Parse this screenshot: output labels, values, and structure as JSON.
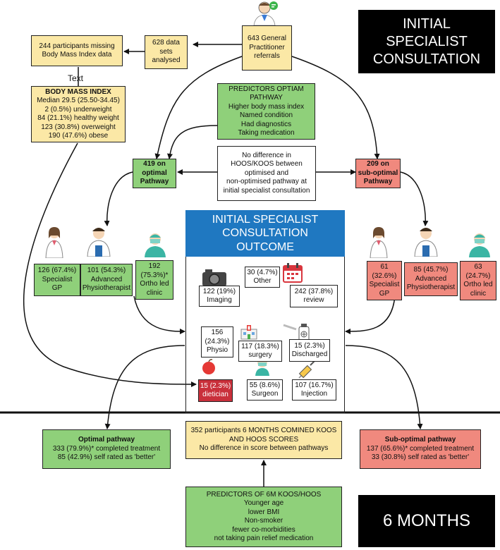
{
  "titles": {
    "initial": [
      "INITIAL",
      "SPECIALIST",
      "CONSULTATION"
    ],
    "six_months": "6 MONTHS"
  },
  "top": {
    "gp_referrals": [
      "643 General",
      "Practitioner",
      "referrals"
    ],
    "datasets": [
      "628 data",
      "sets",
      "analysed"
    ],
    "missing_bmi": [
      "244 participants missing",
      "Body Mass Index data"
    ],
    "text_label": "Text"
  },
  "bmi": {
    "title": "BODY MASS INDEX",
    "lines": [
      "Median 29.5 (25.50-34.45)",
      "2 (0.5%) underweight",
      "84 (21.1%) healthy weight",
      "123 (30.8%) overweight",
      "190 (47.6%) obese"
    ]
  },
  "predictors_optimal": {
    "title": [
      "PREDICTORS OPTIAM",
      "PATHWAY"
    ],
    "lines": [
      "Higher body mass index",
      "Named condition",
      "Had diagnostics",
      "Taking medication"
    ]
  },
  "optimal_pathway_box": [
    "419 on",
    "optimal",
    "Pathway"
  ],
  "suboptimal_pathway_box": [
    "209 on",
    "sub-optimal",
    "Pathway"
  ],
  "no_difference": [
    "No difference in",
    "HOOS/KOOS between",
    "optimised and",
    "non-optimised pathway at",
    "initial specialist consultation"
  ],
  "outcome_header": [
    "INITIAL SPECIALIST",
    "CONSULTATION",
    "OUTCOME"
  ],
  "outcomes": {
    "imaging": [
      "122 (19%)",
      "Imaging"
    ],
    "other": [
      "30 (4.7%)",
      "Other"
    ],
    "review": [
      "242 (37.8%)",
      "review"
    ],
    "physio": [
      "156",
      "(24.3%)",
      "Physio"
    ],
    "surgery": [
      "117 (18.3%)",
      "surgery"
    ],
    "discharged": [
      "15 (2.3%)",
      "Discharged"
    ],
    "dietician": [
      "15 (2.3%)",
      "dietician"
    ],
    "surgeon": [
      "55 (8.6%)",
      "Surgeon"
    ],
    "injection": [
      "107 (16.7%)",
      "Injection"
    ]
  },
  "optimal_roles": {
    "specialist_gp": [
      "126 (67.4%)",
      "Specialist",
      "GP"
    ],
    "physio": [
      "101 (54.3%)",
      "Advanced",
      "Physiotherapist"
    ],
    "ortho": [
      "192",
      "(75.3%)*",
      "Ortho led",
      "clinic"
    ]
  },
  "suboptimal_roles": {
    "specialist_gp": [
      "61",
      "(32.6%)",
      "Specialist",
      "GP"
    ],
    "physio": [
      "85 (45.7%)",
      "Advanced",
      "Physiotherapist"
    ],
    "ortho": [
      "63",
      "(24.7%)",
      "Ortho led",
      "clinic"
    ]
  },
  "six_month": {
    "optimal": {
      "title": "Optimal pathway",
      "lines": [
        "333 (79.9%)* completed treatment",
        "85 (42.9%) self rated as 'better'"
      ]
    },
    "combined": [
      "352 participants 6 MONTHS  COMINED KOOS",
      "AND HOOS SCORES",
      "No difference in score between pathways"
    ],
    "suboptimal": {
      "title": "Sub-optimal pathway",
      "lines": [
        "137 (65.6%)* completed treatment",
        "33 (30.8%) self rated as 'better'"
      ]
    },
    "predictors": [
      "PREDICTORS OF 6M KOOS/HOOS",
      "Younger age",
      "lower BMI",
      "Non-smoker",
      "fewer co-morbidities",
      "not taking pain relief medication"
    ]
  },
  "colors": {
    "yellow": "#fbe8a6",
    "green": "#8fd07a",
    "red": "#f0897e",
    "blue_header": "#1f78c1",
    "dietician": "#c9303b"
  }
}
